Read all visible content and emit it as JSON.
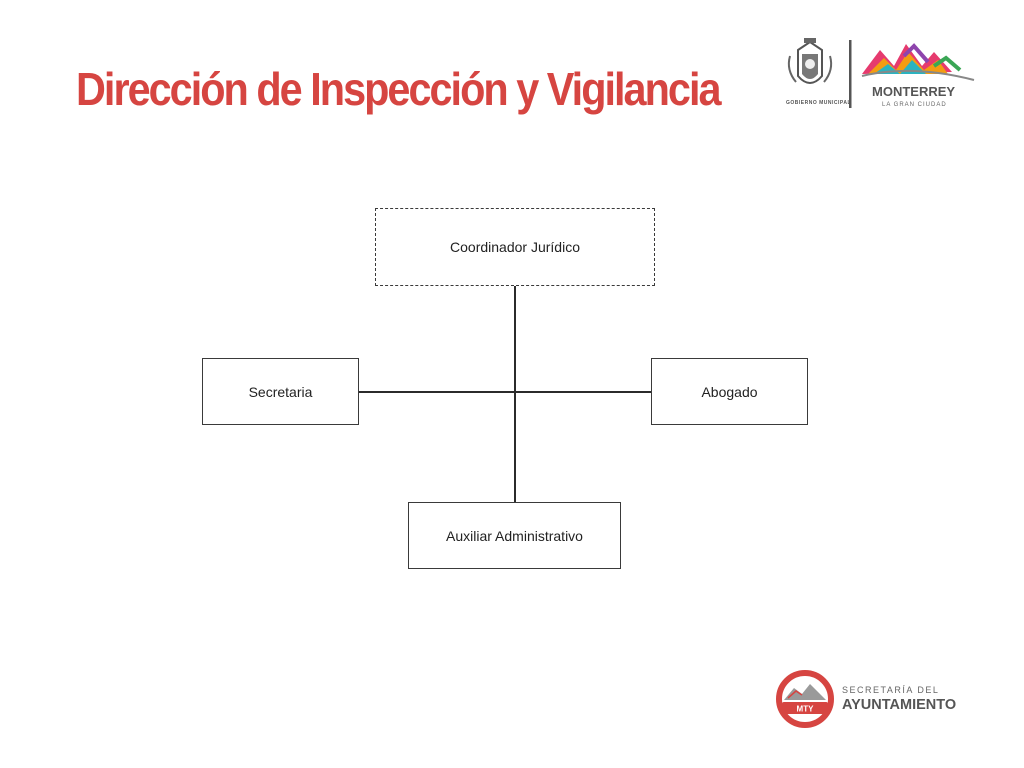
{
  "header": {
    "title": "Dirección de Inspección y Vigilancia",
    "title_color": "#d64541"
  },
  "logos": {
    "gobierno": {
      "caption": "GOBIERNO MUNICIPAL",
      "icon": "coat-of-arms-icon"
    },
    "monterrey": {
      "name": "MONTERREY",
      "tagline": "LA GRAN CIUDAD",
      "icon": "mountain-skyline-icon"
    },
    "ayuntamiento": {
      "line1": "SECRETARÍA DEL",
      "line2": "AYUNTAMIENTO",
      "badge": "MTY",
      "accent": "#d64541",
      "icon": "mountain-badge-icon"
    }
  },
  "org_chart": {
    "top": {
      "label": "Coordinador Jurídico",
      "style": "dashed"
    },
    "left": {
      "label": "Secretaria"
    },
    "right": {
      "label": "Abogado"
    },
    "bottom": {
      "label": "Auxiliar Administrativo"
    }
  }
}
